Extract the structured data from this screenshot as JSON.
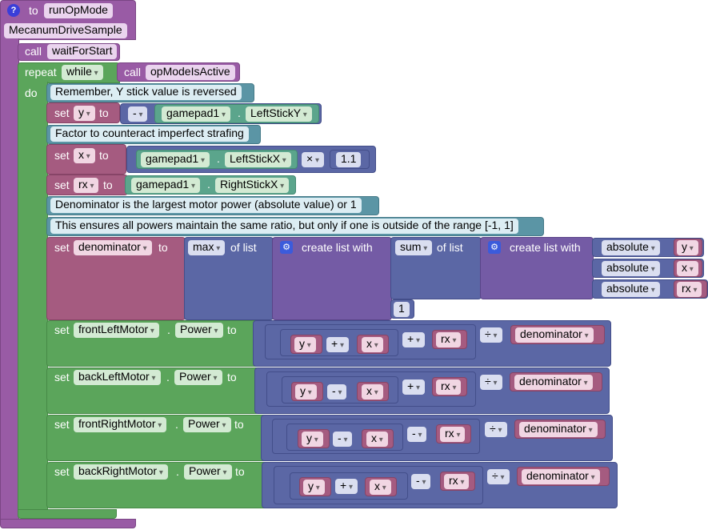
{
  "func": {
    "help_icon": "?",
    "to": "to",
    "name": "runOpMode",
    "class_name": "MecanumDriveSample"
  },
  "wait": {
    "call": "call",
    "name": "waitForStart"
  },
  "loop": {
    "repeat": "repeat",
    "mode": "while",
    "call": "call",
    "cond": "opModeIsActive",
    "do": "do"
  },
  "comments": {
    "c1": "Remember, Y stick value is reversed",
    "c2": "Factor to counteract imperfect strafing",
    "c3": "Denominator is the largest motor power (absolute value) or 1",
    "c4": "This ensures all powers maintain the same ratio, but only if one is outside of the range [-1, 1]"
  },
  "set_y": {
    "set": "set",
    "var": "y",
    "to": "to",
    "neg": "-",
    "pad": "gamepad1",
    "dot": ".",
    "prop": "LeftStickY"
  },
  "set_x": {
    "set": "set",
    "var": "x",
    "to": "to",
    "pad": "gamepad1",
    "dot": ".",
    "prop": "LeftStickX",
    "op": "×",
    "num": "1.1"
  },
  "set_rx": {
    "set": "set",
    "var": "rx",
    "to": "to",
    "pad": "gamepad1",
    "dot": ".",
    "prop": "RightStickX"
  },
  "set_den": {
    "set": "set",
    "var": "denominator",
    "to": "to",
    "max": "max",
    "of_list": "of list",
    "create": "create list with",
    "sum": "sum",
    "of_list2": "of list",
    "create2": "create list with",
    "abs": "absolute",
    "v1": "y",
    "v2": "x",
    "v3": "rx",
    "one": "1"
  },
  "motors": [
    {
      "set": "set",
      "motor": "frontLeftMotor",
      "dot": ".",
      "prop": "Power",
      "to": "to",
      "a": "y",
      "op1": "+",
      "b": "x",
      "op2": "+",
      "c": "rx",
      "div": "÷",
      "d": "denominator"
    },
    {
      "set": "set",
      "motor": "backLeftMotor",
      "dot": ".",
      "prop": "Power",
      "to": "to",
      "a": "y",
      "op1": "-",
      "b": "x",
      "op2": "+",
      "c": "rx",
      "div": "÷",
      "d": "denominator"
    },
    {
      "set": "set",
      "motor": "frontRightMotor",
      "dot": ".",
      "prop": "Power",
      "to": "to",
      "a": "y",
      "op1": "-",
      "b": "x",
      "op2": "-",
      "c": "rx",
      "div": "÷",
      "d": "denominator"
    },
    {
      "set": "set",
      "motor": "backRightMotor",
      "dot": ".",
      "prop": "Power",
      "to": "to",
      "a": "y",
      "op1": "+",
      "b": "x",
      "op2": "-",
      "c": "rx",
      "div": "÷",
      "d": "denominator"
    }
  ]
}
